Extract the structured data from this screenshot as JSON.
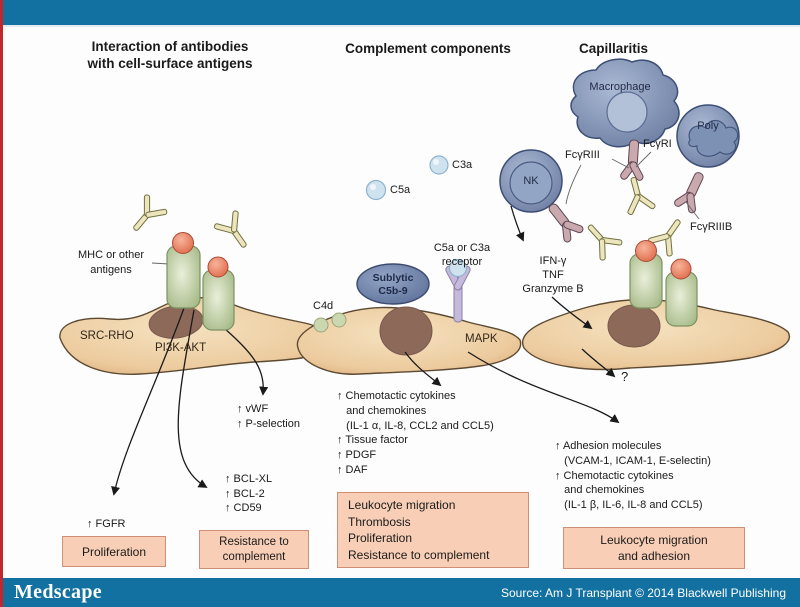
{
  "colors": {
    "bar_blue": "#1371a1",
    "accent_red": "#c1272d",
    "cell_tan": "#ecca9f",
    "nucleus_brown": "#8d695a",
    "receptor_green": "#b7c69c",
    "antigen_orange": "#e8755a",
    "antibody_cream": "#ece5bd",
    "immune_cell_blue": "#8095b8",
    "fc_receptor_pink": "#c9a8ae",
    "complement_blue": "#cfe2f0",
    "receptor_purple": "#c6badc",
    "outcome_box_fill": "#f8cfb6",
    "outcome_box_border": "#cf8f77"
  },
  "panels": {
    "left": {
      "title": "Interaction of antibodies\nwith cell-surface antigens",
      "mhc_label": "MHC or other\nantigens",
      "src_rho": "SRC-RHO",
      "pi3k_akt": "PI3K-AKT",
      "vwf_list": "↑ vWF\n↑ P-selection",
      "bcl_list": "↑ BCL-XL\n↑ BCL-2\n↑ CD59",
      "fgfr": "↑ FGFR",
      "proliferation_box": "Proliferation",
      "resistance_box": "Resistance to\ncomplement"
    },
    "middle": {
      "title": "Complement components",
      "c5a": "C5a",
      "c3a": "C3a",
      "receptor_label": "C5a or C3a\nreceptor",
      "sublytic": "Sublytic\nC5b-9",
      "c4d": "C4d",
      "mapk": "MAPK",
      "effects": "↑ Chemotactic cytokines\n   and chemokines\n   (IL-1 α, IL-8, CCL2 and CCL5)\n↑ Tissue factor\n↑ PDGF\n↑ DAF",
      "outcome_box": "Leukocyte migration\nThrombosis\nProliferation\nResistance to complement"
    },
    "right": {
      "title": "Capillaritis",
      "macrophage": "Macrophage",
      "poly": "Poly",
      "nk": "NK",
      "fcgriii": "FcγRIII",
      "fcgri": "FcγRI",
      "fcgriiib": "FcγRIIIB",
      "mediators": "IFN-γ\nTNF\nGranzyme B",
      "question_mark": "?",
      "effects": "↑ Adhesion molecules\n   (VCAM-1, ICAM-1, E-selectin)\n↑ Chemotactic cytokines\n   and chemokines\n   (IL-1 β, IL-6, IL-8 and CCL5)",
      "outcome_box": "Leukocyte migration\nand adhesion"
    }
  },
  "footer": {
    "logo": "Medscape",
    "source": "Source: Am J Transplant © 2014 Blackwell Publishing"
  }
}
